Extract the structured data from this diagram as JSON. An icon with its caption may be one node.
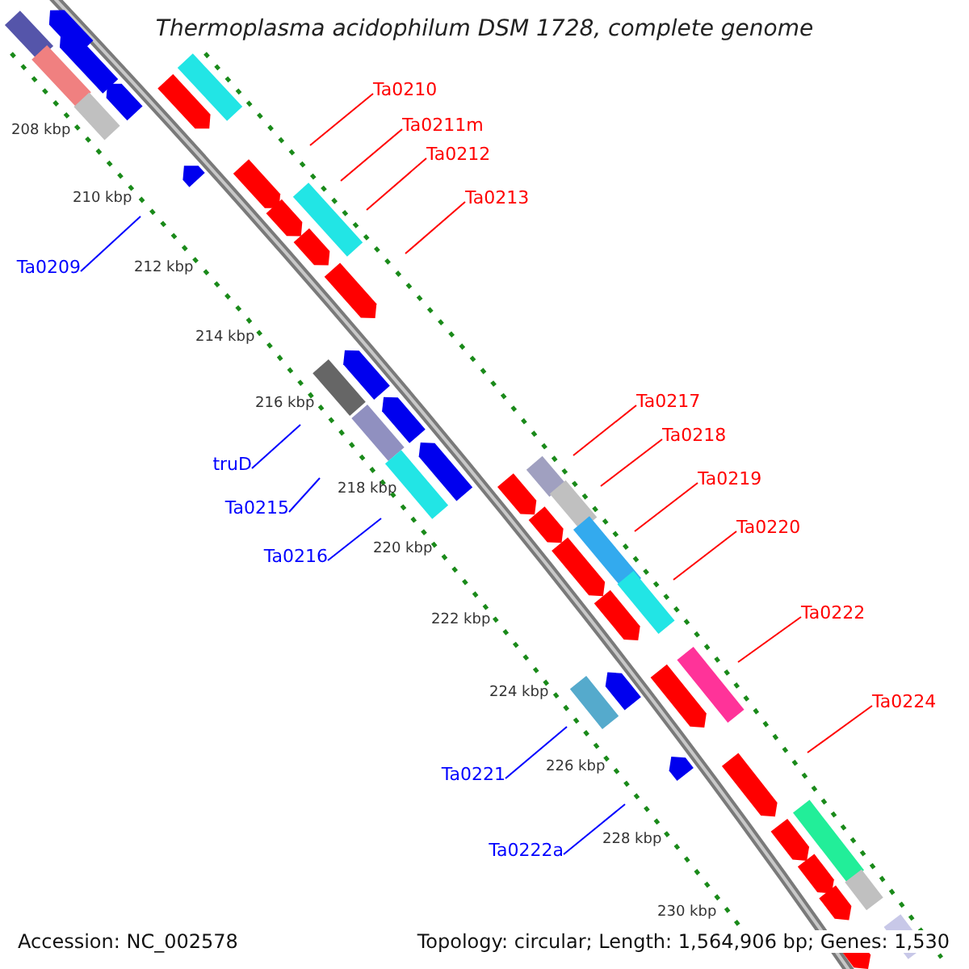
{
  "diagram": {
    "title": "Thermoplasma acidophilum DSM 1728, complete genome",
    "nodes": [
      {
        "text": [
          "Ta0210"
        ]
      },
      {
        "text": [
          "Ta0211m"
        ]
      },
      {
        "text": [
          "Ta0212"
        ]
      },
      {
        "text": [
          "Ta0213"
        ]
      },
      {
        "text": [
          "Ta0209"
        ]
      },
      {
        "text": [
          "Ta0217"
        ]
      },
      {
        "text": [
          "Ta0218"
        ]
      },
      {
        "text": [
          "truD"
        ]
      },
      {
        "text": [
          "Ta0219"
        ]
      },
      {
        "text": [
          "Ta0215"
        ]
      },
      {
        "text": [
          "Ta0220"
        ]
      },
      {
        "text": [
          "Ta0216"
        ]
      },
      {
        "text": [
          "Ta0222"
        ]
      },
      {
        "text": [
          "Ta0224"
        ]
      },
      {
        "text": [
          "Ta0221"
        ]
      },
      {
        "text": [
          "Ta0222a"
        ]
      }
    ],
    "edges": [
      {
        "from": 0,
        "to": null,
        "arrow": "none"
      },
      {
        "from": 1,
        "to": null,
        "arrow": "none"
      },
      {
        "from": 2,
        "to": null,
        "arrow": "none"
      },
      {
        "from": 3,
        "to": null,
        "arrow": "none"
      },
      {
        "from": 4,
        "to": null,
        "arrow": "none",
        "color": "#0000ff"
      },
      {
        "from": 5,
        "to": null,
        "arrow": "none"
      },
      {
        "from": 6,
        "to": null,
        "arrow": "none"
      },
      {
        "from": 7,
        "to": null,
        "arrow": "none",
        "color": "#0000ff"
      },
      {
        "from": 8,
        "to": null,
        "arrow": "none"
      },
      {
        "from": 9,
        "to": null,
        "arrow": "none",
        "color": "#0000ff"
      },
      {
        "from": 10,
        "to": null,
        "arrow": "none"
      },
      {
        "from": 11,
        "to": null,
        "arrow": "none",
        "color": "#0000ff"
      },
      {
        "from": 12,
        "to": null,
        "arrow": "none"
      },
      {
        "from": 13,
        "to": null,
        "arrow": "none"
      },
      {
        "from": 14,
        "to": null,
        "arrow": "none",
        "color": "#0000ff"
      },
      {
        "from": 15,
        "to": null,
        "arrow": "none",
        "color": "#0000ff"
      }
    ],
    "labels": [
      "208 kbp",
      "210 kbp",
      "212 kbp",
      "214 kbp",
      "216 kbp",
      "218 kbp",
      "220 kbp",
      "222 kbp",
      "224 kbp",
      "226 kbp",
      "228 kbp",
      "230 kbp",
      "Accession: NC_002578",
      "Topology: circular; Length: 1,564,906 bp; Genes: 1,530"
    ]
  }
}
